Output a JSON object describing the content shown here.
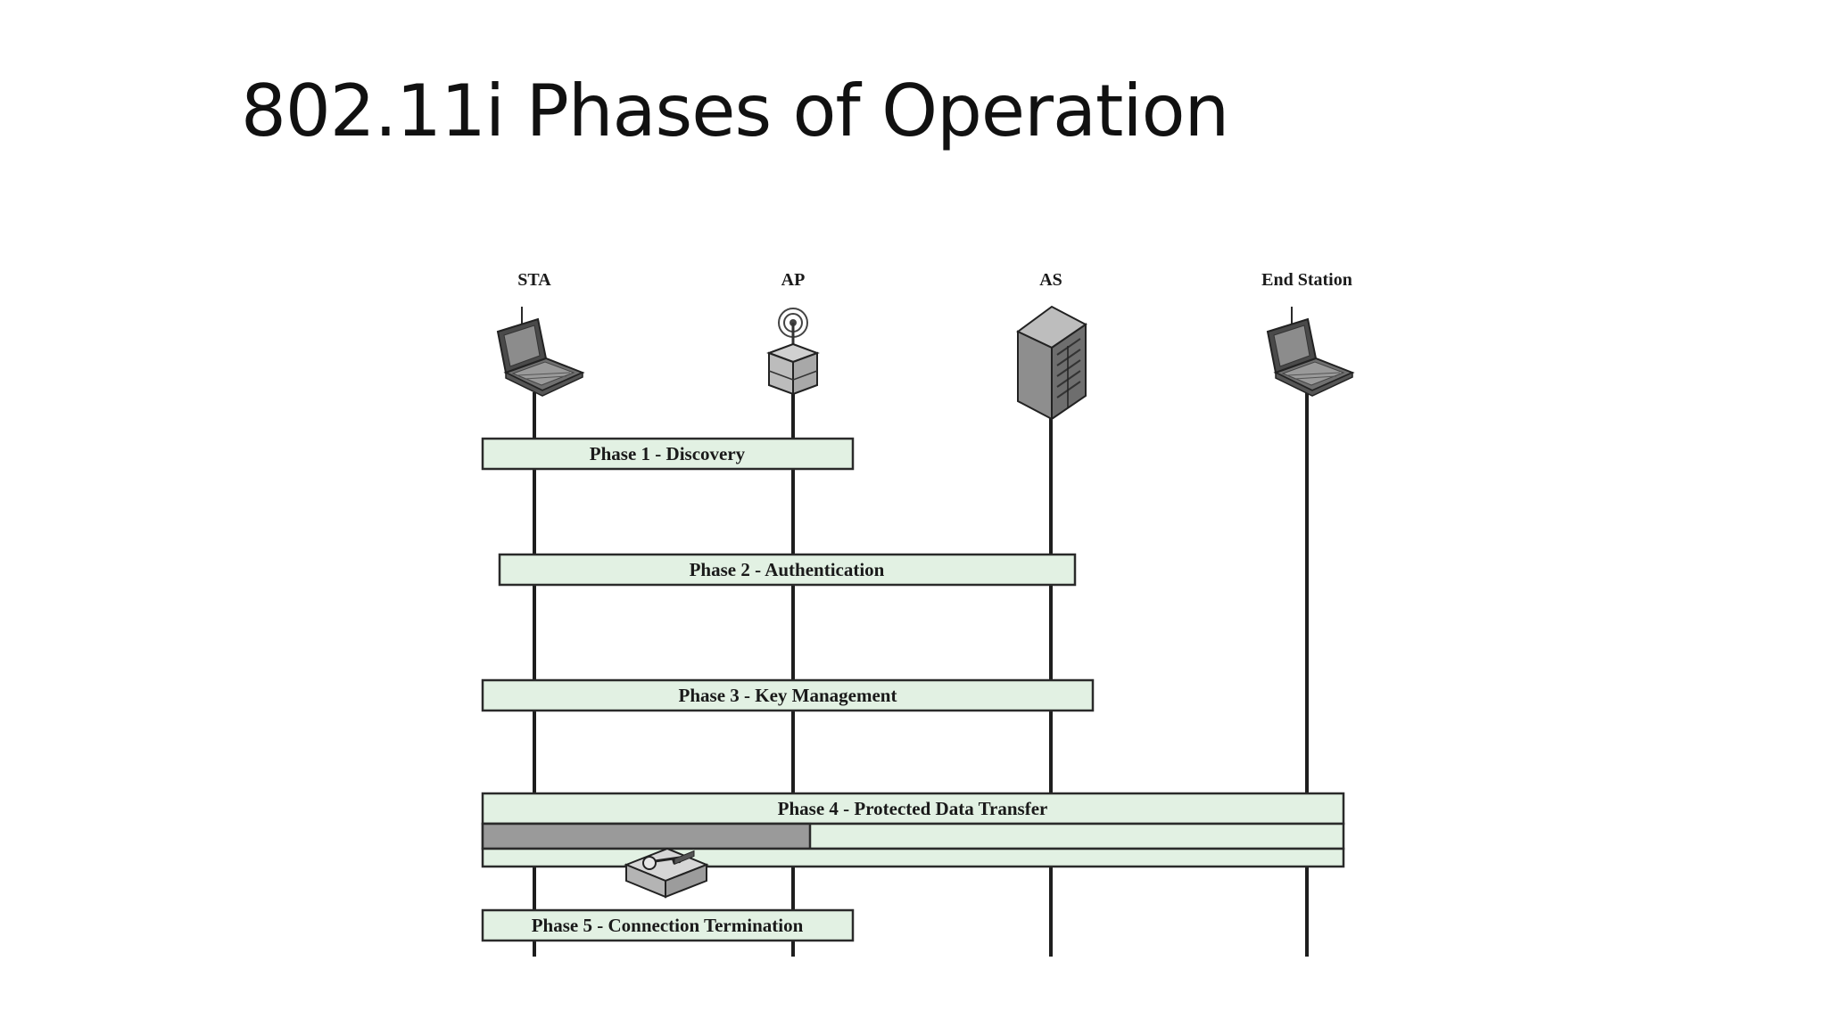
{
  "slide": {
    "title": "802.11i Phases of Operation"
  },
  "entities": [
    {
      "id": "sta",
      "label": "STA",
      "icon": "laptop-icon"
    },
    {
      "id": "ap",
      "label": "AP",
      "icon": "access-point-icon"
    },
    {
      "id": "as",
      "label": "AS",
      "icon": "server-icon"
    },
    {
      "id": "end",
      "label": "End Station",
      "icon": "laptop-icon"
    }
  ],
  "phases": [
    {
      "label": "Phase 1 - Discovery",
      "spans": [
        "STA",
        "AP"
      ]
    },
    {
      "label": "Phase 2 - Authentication",
      "spans": [
        "STA",
        "AP",
        "AS"
      ]
    },
    {
      "label": "Phase 3 - Key Management",
      "spans": [
        "STA",
        "AP",
        "AS"
      ]
    },
    {
      "label": "Phase 4 - Protected Data Transfer",
      "spans": [
        "STA",
        "AP",
        "AS",
        "End Station"
      ]
    },
    {
      "label": "Phase 5 - Connection Termination",
      "spans": [
        "STA",
        "AP"
      ]
    }
  ],
  "colors": {
    "phase_fill": "#e2f1e3",
    "protected_segment": "#9a9a9a",
    "lifeline": "#1e1e1e"
  },
  "icons": {
    "protected_transfer": "key-device-icon"
  }
}
